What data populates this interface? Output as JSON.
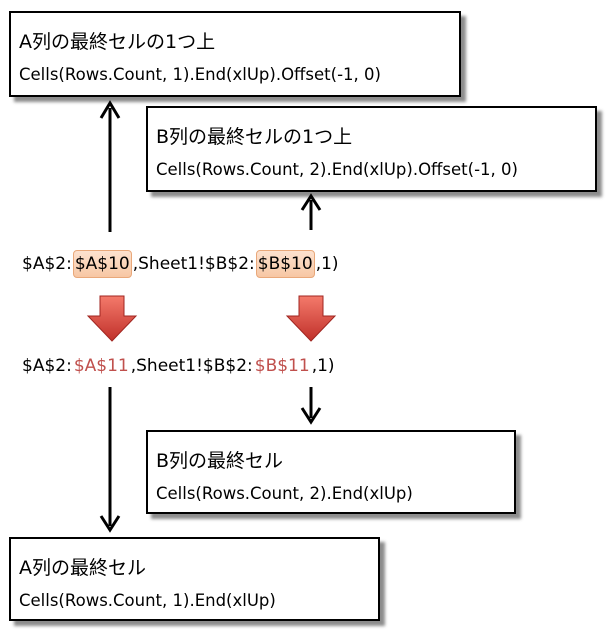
{
  "box_a_up": {
    "title": "A列の最終セルの1つ上",
    "code": "Cells(Rows.Count, 1).End(xlUp).Offset(-1, 0)"
  },
  "box_b_up": {
    "title": "B列の最終セルの1つ上",
    "code": "Cells(Rows.Count, 2).End(xlUp).Offset(-1, 0)"
  },
  "box_b_last": {
    "title": "B列の最終セル",
    "code": "Cells(Rows.Count, 2).End(xlUp)"
  },
  "box_a_last": {
    "title": "A列の最終セル",
    "code": "Cells(Rows.Count, 1).End(xlUp)"
  },
  "formula_before": {
    "p1": "$A$2:",
    "a_ref": "$A$10",
    "p2": ",Sheet1!$B$2:",
    "b_ref": "$B$10",
    "p3": ",1)"
  },
  "formula_after": {
    "p1": "$A$2:",
    "a_ref": "$A$11",
    "p2": ",Sheet1!$B$2:",
    "b_ref": "$B$11",
    "p3": ",1)"
  },
  "colors": {
    "highlight_ref_text": "#c0504d",
    "down_arrow": "#d9403a",
    "highlight_fill": "#f7c7a4"
  }
}
